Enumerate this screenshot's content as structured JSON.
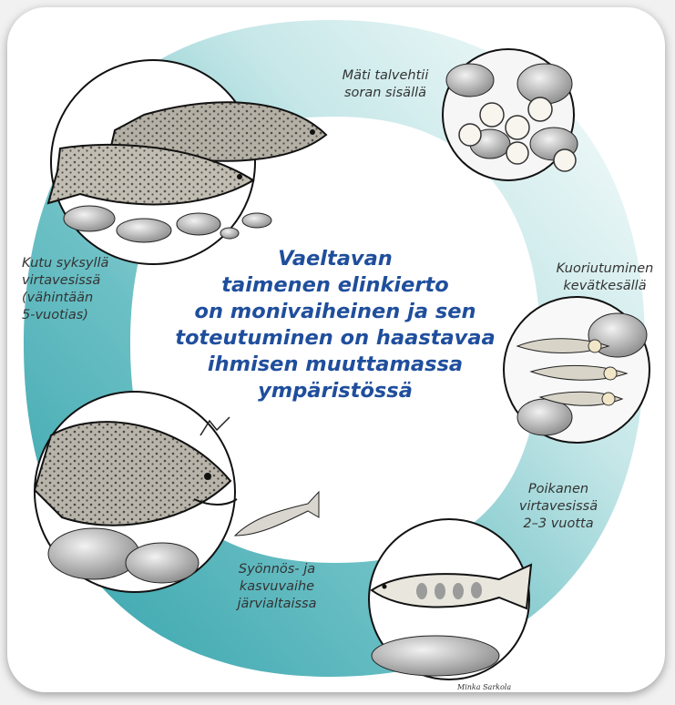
{
  "colors": {
    "ring_dark": "#3ea8b0",
    "ring_mid": "#8fcfd2",
    "ring_light": "#dff1f1",
    "title_blue": "#1f4e9c",
    "label_gray": "#333333"
  },
  "center_title": {
    "lines": [
      "Vaeltavan",
      "taimenen elinkierto",
      "on monivaiheinen ja sen",
      "toteutuminen on haastavaa",
      "ihmisen muuttamassa",
      "ympäristössä"
    ]
  },
  "stages": {
    "eggs": {
      "lines": [
        "Mäti talvehtii",
        "soran sisällä"
      ],
      "illustration": "eggs-in-gravel"
    },
    "hatching": {
      "lines": [
        "Kuoriutuminen",
        "kevätkesällä"
      ],
      "illustration": "hatching-alevins"
    },
    "parr": {
      "lines": [
        "Poikanen",
        "virtavesissä",
        "2–3 vuotta"
      ],
      "illustration": "juvenile-trout-parr"
    },
    "feeding": {
      "lines": [
        "Syönnös- ja",
        "kasvuvaihe",
        "järvialtaissa"
      ],
      "illustration": "adult-trout-hunting-fish"
    },
    "spawning": {
      "lines": [
        "Kutu syksyllä",
        "virtavesissä",
        "(vähintään",
        "5-vuotias)"
      ],
      "illustration": "spawning-trout-pair"
    }
  },
  "signature": "Minka Sarkola"
}
